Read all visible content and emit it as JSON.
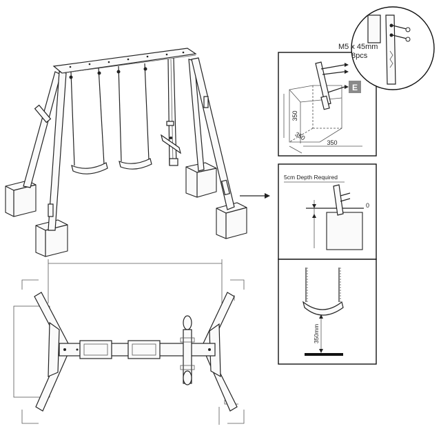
{
  "callout": {
    "bolt_size": "M5 x 45mm",
    "quantity": "8pcs"
  },
  "panel_top": {
    "badge": "E",
    "dim_height": "350",
    "dim_depth": "350",
    "dim_width": "350"
  },
  "panel_mid": {
    "depth_note": "5cm Depth Required",
    "ground_level": "0"
  },
  "panel_bottom": {
    "seat_height": "350mm"
  },
  "colors": {
    "line": "#222222",
    "badge": "#8a8a8a",
    "fill": "#fafafa"
  }
}
